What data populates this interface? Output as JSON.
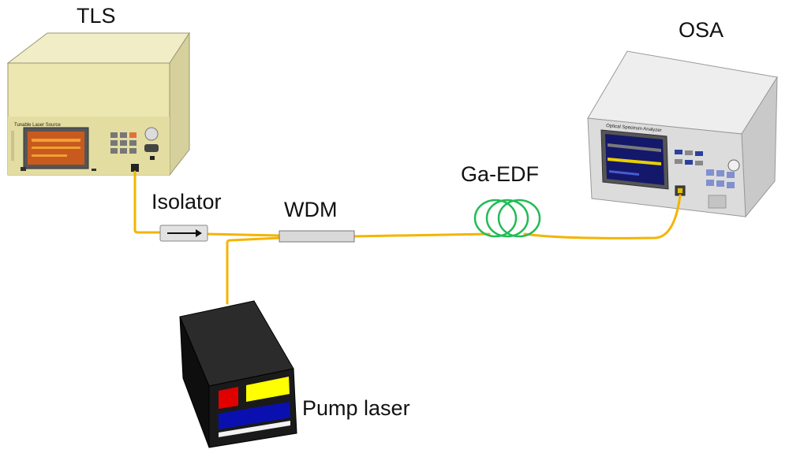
{
  "labels": {
    "tls": "TLS",
    "osa": "OSA",
    "isolator": "Isolator",
    "wdm": "WDM",
    "ga_edf": "Ga-EDF",
    "pump_laser": "Pump laser"
  },
  "devices": {
    "tls_front_text": "Tunable Laser Source",
    "osa_front_text": "Optical Spectrum Analyzer"
  },
  "colors": {
    "fiber": "#f4b400",
    "edf_coil": "#22bb55",
    "tls_body": "#ece7b0",
    "osa_body": "#d8d8d8",
    "pump_body": "#1a1a1a",
    "pump_red": "#e00000",
    "pump_yellow": "#ffff00",
    "pump_blue": "#0a10b0"
  }
}
